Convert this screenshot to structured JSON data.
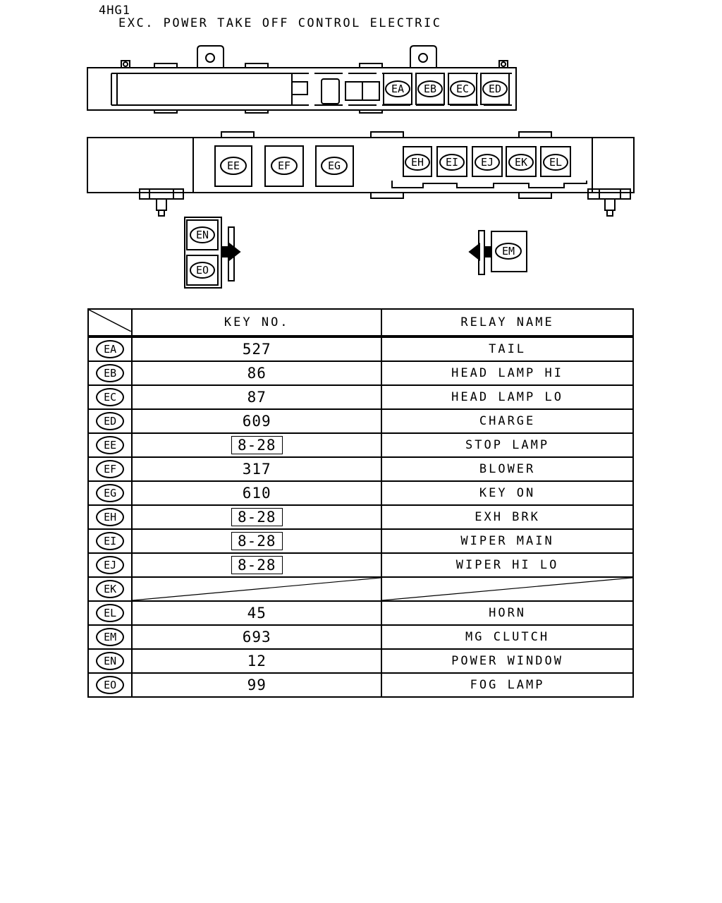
{
  "header": {
    "model": "4HG1",
    "subtitle": "EXC. POWER TAKE OFF CONTROL ELECTRIC"
  },
  "diagram": {
    "upper_relays": [
      "EA",
      "EB",
      "EC",
      "ED"
    ],
    "lower_large_relays": [
      "EE",
      "EF",
      "EG"
    ],
    "lower_small_relays": [
      "EH",
      "EI",
      "EJ",
      "EK",
      "EL"
    ],
    "left_stack_relays": [
      "EN",
      "EO"
    ],
    "right_relay": "EM"
  },
  "table": {
    "headers": {
      "key_no": "KEY NO.",
      "relay_name": "RELAY NAME"
    },
    "rows": [
      {
        "code": "EA",
        "key": "527",
        "boxed": false,
        "name": "TAIL"
      },
      {
        "code": "EB",
        "key": "86",
        "boxed": false,
        "name": "HEAD LAMP HI"
      },
      {
        "code": "EC",
        "key": "87",
        "boxed": false,
        "name": "HEAD LAMP LO"
      },
      {
        "code": "ED",
        "key": "609",
        "boxed": false,
        "name": "CHARGE"
      },
      {
        "code": "EE",
        "key": "8-28",
        "boxed": true,
        "name": "STOP LAMP"
      },
      {
        "code": "EF",
        "key": "317",
        "boxed": false,
        "name": "BLOWER"
      },
      {
        "code": "EG",
        "key": "610",
        "boxed": false,
        "name": "KEY ON"
      },
      {
        "code": "EH",
        "key": "8-28",
        "boxed": true,
        "name": "EXH BRK"
      },
      {
        "code": "EI",
        "key": "8-28",
        "boxed": true,
        "name": "WIPER MAIN"
      },
      {
        "code": "EJ",
        "key": "8-28",
        "boxed": true,
        "name": "WIPER HI LO"
      },
      {
        "code": "EK",
        "key": "",
        "boxed": false,
        "name": "",
        "empty": true
      },
      {
        "code": "EL",
        "key": "45",
        "boxed": false,
        "name": "HORN"
      },
      {
        "code": "EM",
        "key": "693",
        "boxed": false,
        "name": "MG CLUTCH"
      },
      {
        "code": "EN",
        "key": "12",
        "boxed": false,
        "name": "POWER WINDOW"
      },
      {
        "code": "EO",
        "key": "99",
        "boxed": false,
        "name": "FOG LAMP"
      }
    ]
  }
}
